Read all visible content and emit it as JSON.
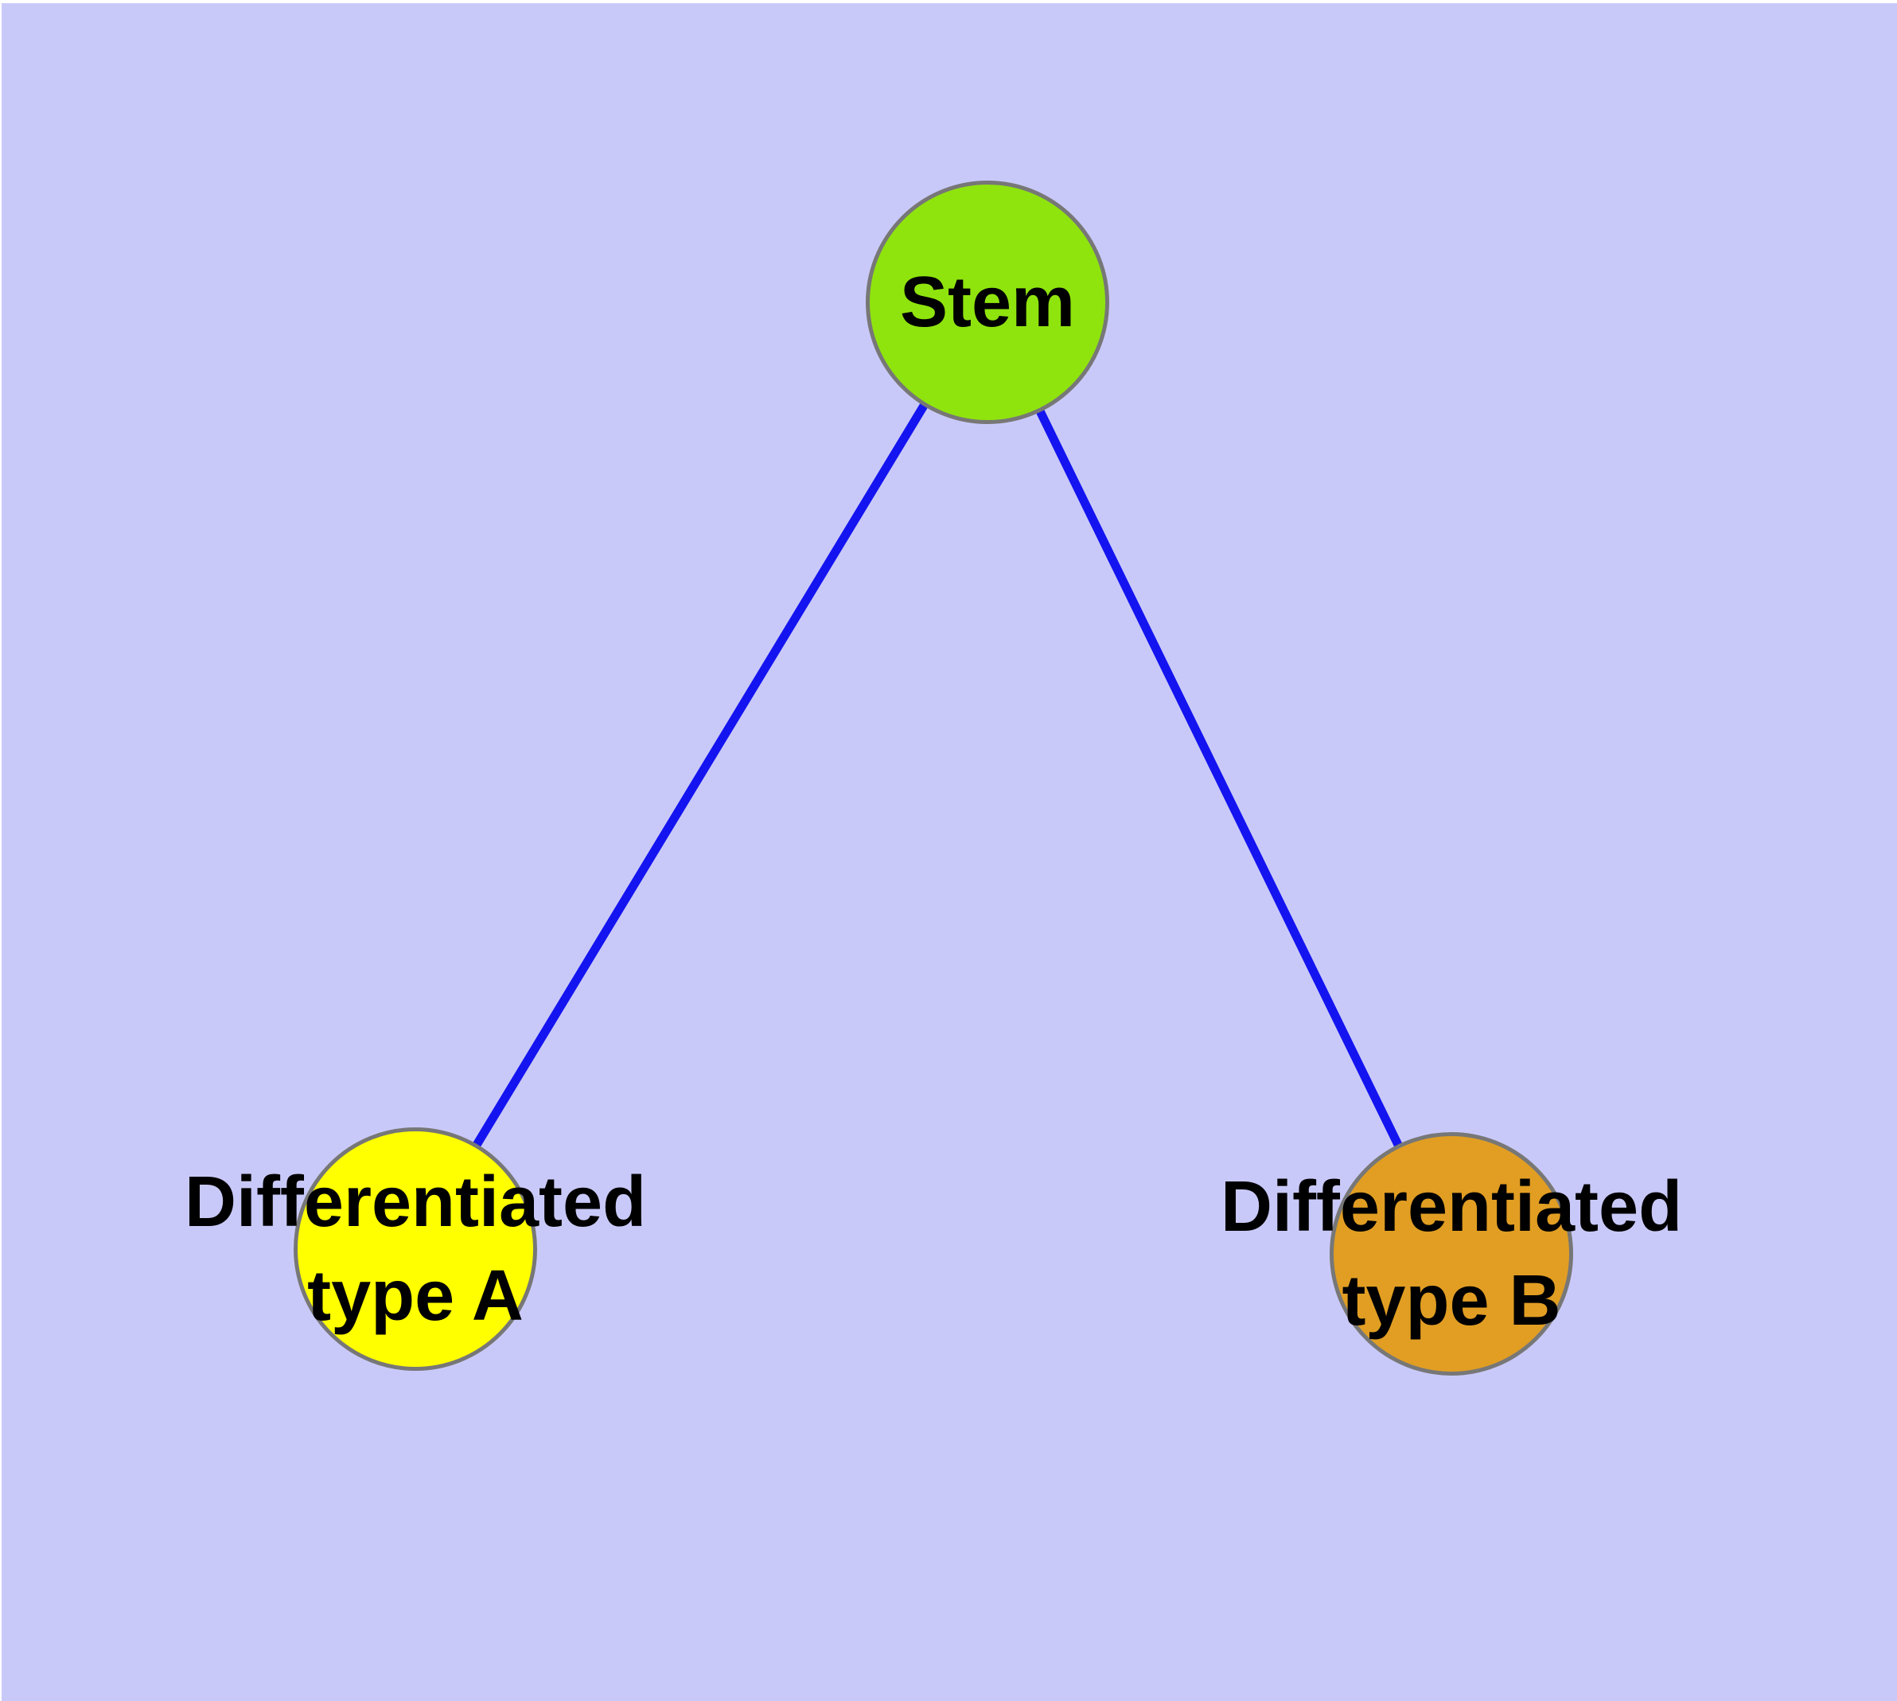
{
  "canvas": {
    "background_color": "#C9C9F9",
    "margin_color": "#FFFFFF"
  },
  "nodes": {
    "stem": {
      "label": "Stem",
      "color": "#8FE40E",
      "border_color": "#777777"
    },
    "type_a": {
      "label": "Differentiated\ntype A",
      "color": "#FFFF00",
      "border_color": "#777777"
    },
    "type_b": {
      "label": "Differentiated\ntype B",
      "color": "#E19E23",
      "border_color": "#777777"
    }
  },
  "edges": {
    "color": "#1414F0",
    "items": [
      {
        "from": "Stem",
        "to": "Differentiated type A"
      },
      {
        "from": "Stem",
        "to": "Differentiated type B"
      }
    ]
  }
}
